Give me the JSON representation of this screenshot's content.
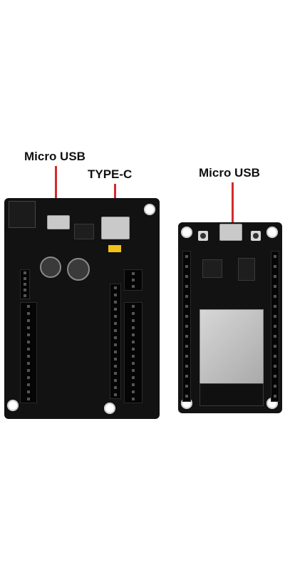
{
  "callouts": {
    "left_micro_usb": "Micro USB",
    "type_c": "TYPE-C",
    "right_micro_usb": "Micro USB"
  },
  "colors": {
    "arrow": "#d42a2a",
    "board": "#121212",
    "jumper": "#f3c21a"
  }
}
